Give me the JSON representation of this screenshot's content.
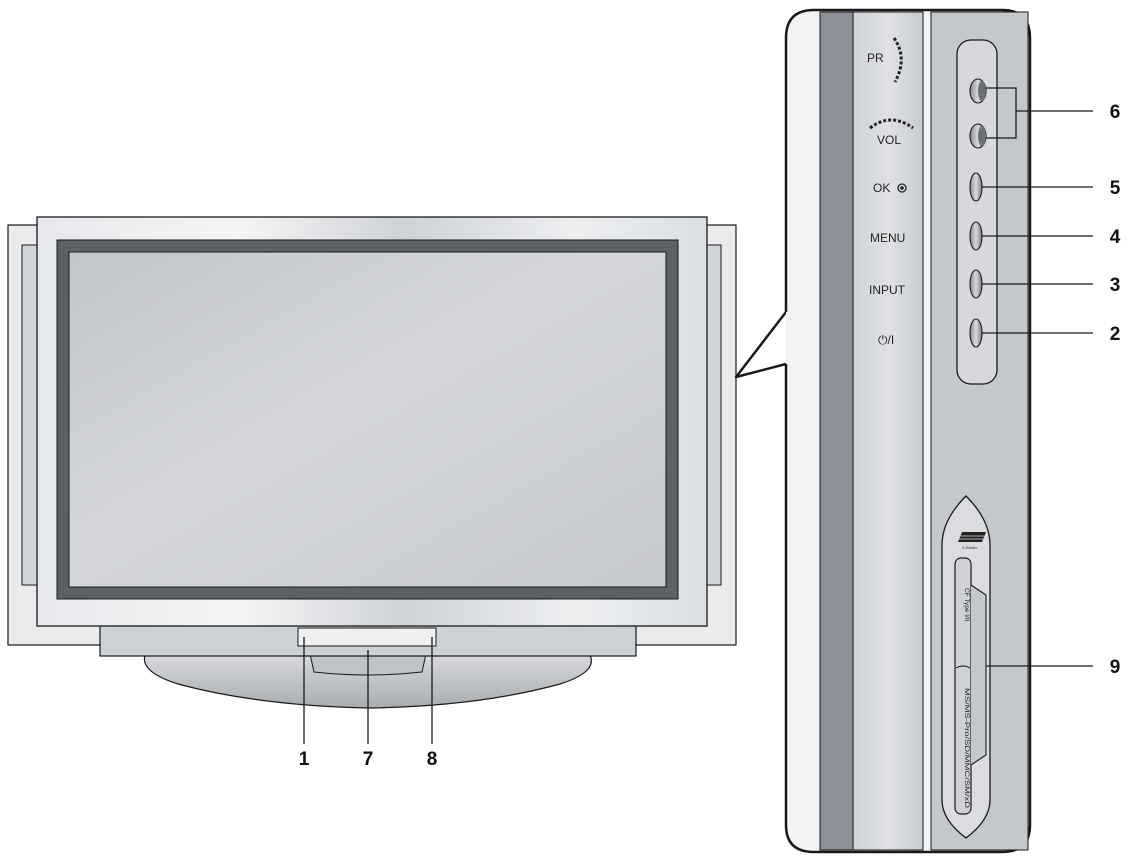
{
  "side_panel": {
    "labels": {
      "pr": "PR",
      "vol": "VOL",
      "ok": "OK",
      "menu": "MENU",
      "input": "INPUT",
      "power": "⏻/I"
    },
    "card_slot": {
      "logo_text": "X-Studio",
      "cf_label": "CF Type I/II",
      "ms_label": "MS/MS-Pro/SD/MMC/SM/xD"
    }
  },
  "callouts": {
    "c1": "1",
    "c2": "2",
    "c3": "3",
    "c4": "4",
    "c5": "5",
    "c6": "6",
    "c7": "7",
    "c8": "8",
    "c9": "9"
  },
  "colors": {
    "screen": "#c9ccd1",
    "frame": "#555a60",
    "bezel": "#e3e5e8",
    "panel": "#d3d6da",
    "outline": "#1a1a1a"
  }
}
